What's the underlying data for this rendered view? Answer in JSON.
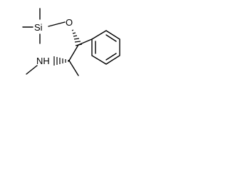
{
  "molecule": {
    "atoms": {
      "silicon": "Si",
      "oxygen": "O",
      "nitrogen_amine": "NH"
    }
  },
  "colors": {
    "background": "#ffffff",
    "bond": "#000000",
    "text": "#000000"
  }
}
